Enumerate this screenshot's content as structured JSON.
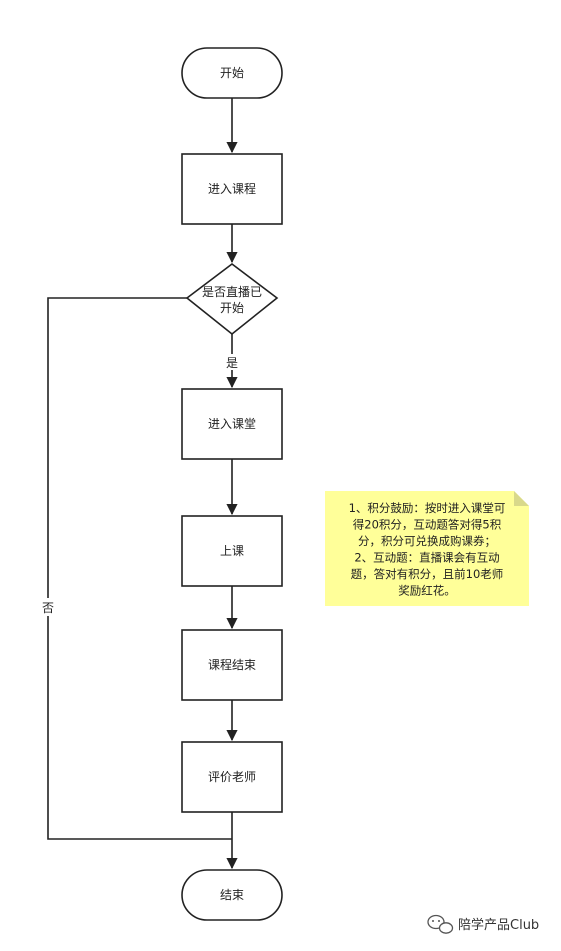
{
  "diagram": {
    "nodes": {
      "start": "开始",
      "enter_course": "进入课程",
      "decision_line1": "是否直播已",
      "decision_line2": "开始",
      "enter_classroom": "进入课堂",
      "attend_class": "上课",
      "course_end": "课程结束",
      "rate_teacher": "评价老师",
      "end": "结束"
    },
    "edges": {
      "yes": "是",
      "no": "否"
    },
    "note": {
      "lines": [
        "1、积分鼓励：按时进入课堂可",
        "得20积分，互动题答对得5积",
        "分，积分可兑换成购课券；",
        "2、互动题：直播课会有互动",
        "题，答对有积分，且前10老师",
        "奖励红花。"
      ],
      "fill_color": "#ffff99"
    },
    "stroke_color": "#222222"
  },
  "watermark": {
    "text": "陪学产品Club",
    "icon": "wechat-icon"
  }
}
